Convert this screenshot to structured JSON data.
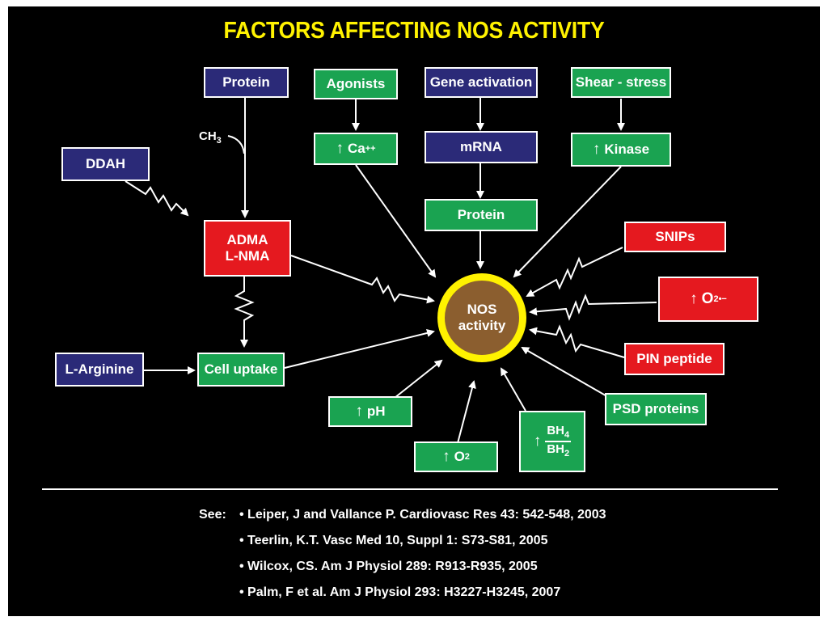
{
  "title": "FACTORS AFFECTING NOS ACTIVITY",
  "center": {
    "line1": "NOS",
    "line2": "activity"
  },
  "colors": {
    "background": "#000000",
    "title": "#fff200",
    "blue_box": "#2b2a78",
    "green_box": "#1aa351",
    "red_box": "#e5191f",
    "ring": "#fff200",
    "core": "#8b5e2f"
  },
  "nodes": {
    "protein_top": "Protein",
    "agonists": "Agonists",
    "gene_activation": "Gene activation",
    "shear_stress": "Shear - stress",
    "ch3": "CH",
    "ch3_sub": "3",
    "ddah": "DDAH",
    "ca": "Ca",
    "ca_sup": "++",
    "mrna": "mRNA",
    "kinase": "Kinase",
    "protein_mid": "Protein",
    "adma": "ADMA",
    "lnma": "L-NMA",
    "snips": "SNIPs",
    "superoxide": "O",
    "superoxide_sub": "2",
    "superoxide_sup": "•−",
    "pin_peptide": "PIN peptide",
    "l_arginine": "L-Arginine",
    "cell_uptake": "Cell uptake",
    "psd_proteins": "PSD proteins",
    "ph": "pH",
    "o2": "O",
    "o2_sub": "2",
    "bh4": "BH",
    "bh4_sub": "4",
    "bh2": "BH",
    "bh2_sub": "2",
    "up_arrow": "↑"
  },
  "references": {
    "label": "See:",
    "items": [
      "• Leiper, J and Vallance P. Cardiovasc Res 43: 542-548, 2003",
      "• Teerlin, K.T. Vasc Med 10, Suppl 1: S73-S81, 2005",
      "• Wilcox, CS. Am J Physiol 289: R913-R935, 2005",
      "• Palm, F et al. Am J Physiol 293: H3227-H3245, 2007"
    ]
  }
}
